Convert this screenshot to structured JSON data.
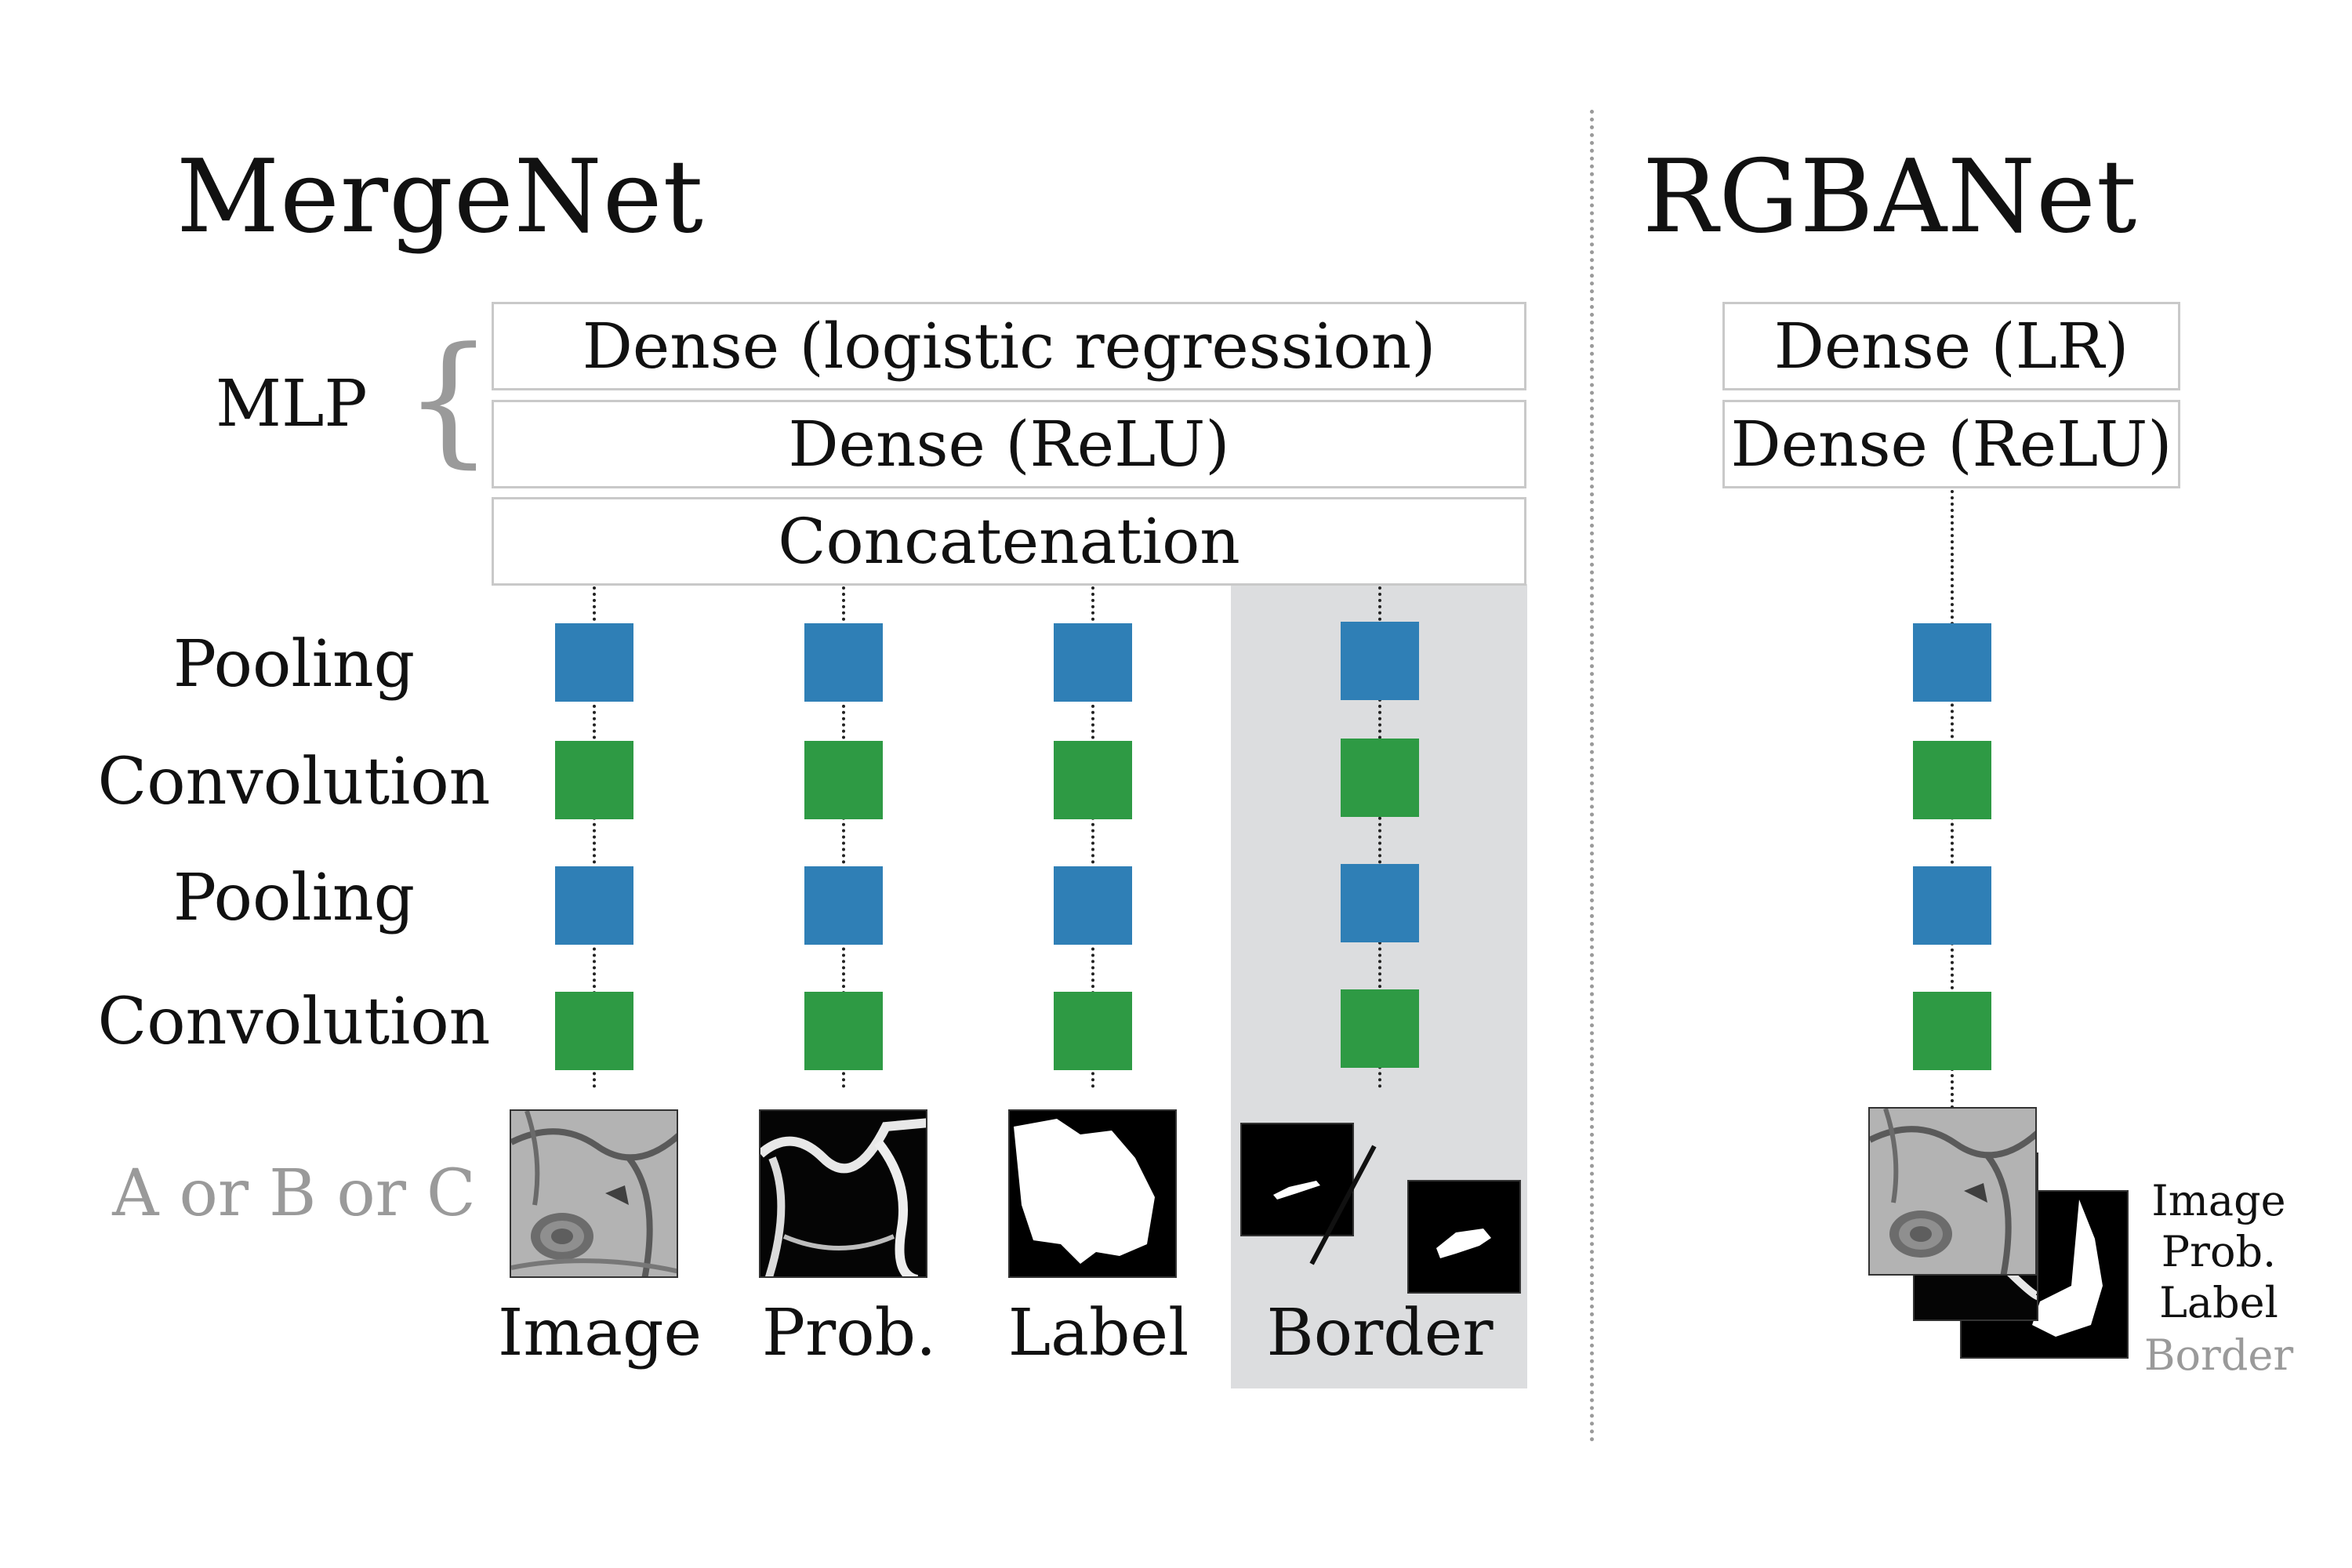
{
  "mergenet": {
    "title": "MergeNet",
    "mlp_label": "MLP",
    "brace": "{",
    "dense_lr": "Dense (logistic regression)",
    "dense_relu": "Dense (ReLU)",
    "concat": "Concatenation",
    "row_labels": [
      "Pooling",
      "Convolution",
      "Pooling",
      "Convolution"
    ],
    "input_choice": "A or B or C",
    "inputs": [
      "Image",
      "Prob.",
      "Label",
      "Border"
    ]
  },
  "rgbanet": {
    "title": "RGBANet",
    "dense_lr": "Dense (LR)",
    "dense_relu": "Dense (ReLU)",
    "channels": [
      "Image",
      "Prob.",
      "Label",
      "Border"
    ]
  },
  "colors": {
    "pooling": "#2f7fb6",
    "convolution": "#2e9a44",
    "highlight": "#dcdddf",
    "muted_text": "#9a9a9a"
  }
}
